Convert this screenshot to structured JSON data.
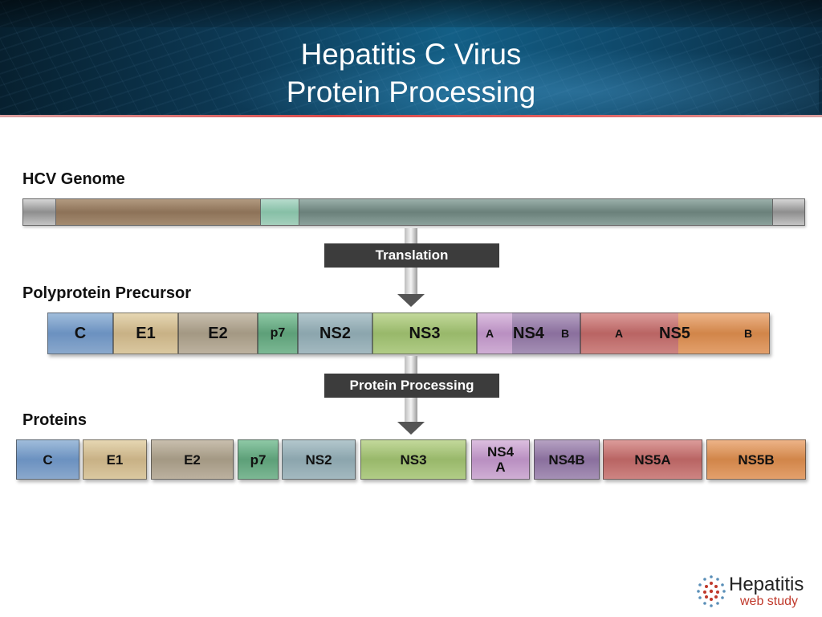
{
  "header": {
    "title_line1": "Hepatitis C Virus",
    "title_line2": "Protein Processing"
  },
  "sections": {
    "genome": "HCV Genome",
    "polyprotein": "Polyprotein Precursor",
    "proteins": "Proteins"
  },
  "steps": {
    "translation": "Translation",
    "processing": "Protein Processing"
  },
  "polyprotein": {
    "C": "C",
    "E1": "E1",
    "E2": "E2",
    "p7": "p7",
    "NS2": "NS2",
    "NS3": "NS3",
    "NS4": "NS4",
    "NS4_A": "A",
    "NS4_B": "B",
    "NS5": "NS5",
    "NS5_A": "A",
    "NS5_B": "B"
  },
  "proteins": [
    "C",
    "E1",
    "E2",
    "p7",
    "NS2",
    "NS3",
    "NS4\nA",
    "NS4B",
    "NS5A",
    "NS5B"
  ],
  "logo": {
    "line1": "Hepatitis",
    "line2": "web study"
  },
  "colors": {
    "C": "#6b91c0",
    "E1": "#c8b185",
    "E2": "#a39883",
    "p7": "#5d9f78",
    "NS2": "#8ba5ad",
    "NS3": "#98b86a",
    "NS4A": "#b98fc1",
    "NS4B": "#8a6f9d",
    "NS5A": "#b96463",
    "NS5B": "#d18549",
    "accent_red": "#d94a4a"
  }
}
